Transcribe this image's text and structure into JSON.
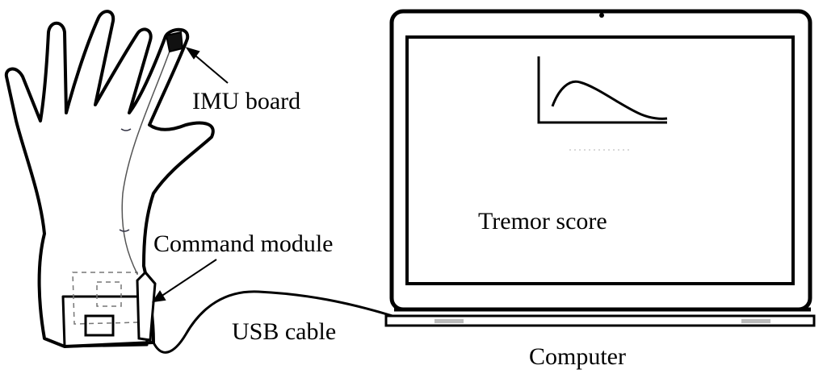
{
  "labels": {
    "imu_board": "IMU board",
    "command_module": "Command module",
    "usb_cable": "USB cable",
    "computer": "Computer",
    "screen_text": "Tremor score"
  },
  "icons": [
    "glove-icon",
    "imu-board-icon",
    "command-module-icon",
    "usb-cable-icon",
    "laptop-icon",
    "tremor-curve-icon"
  ]
}
